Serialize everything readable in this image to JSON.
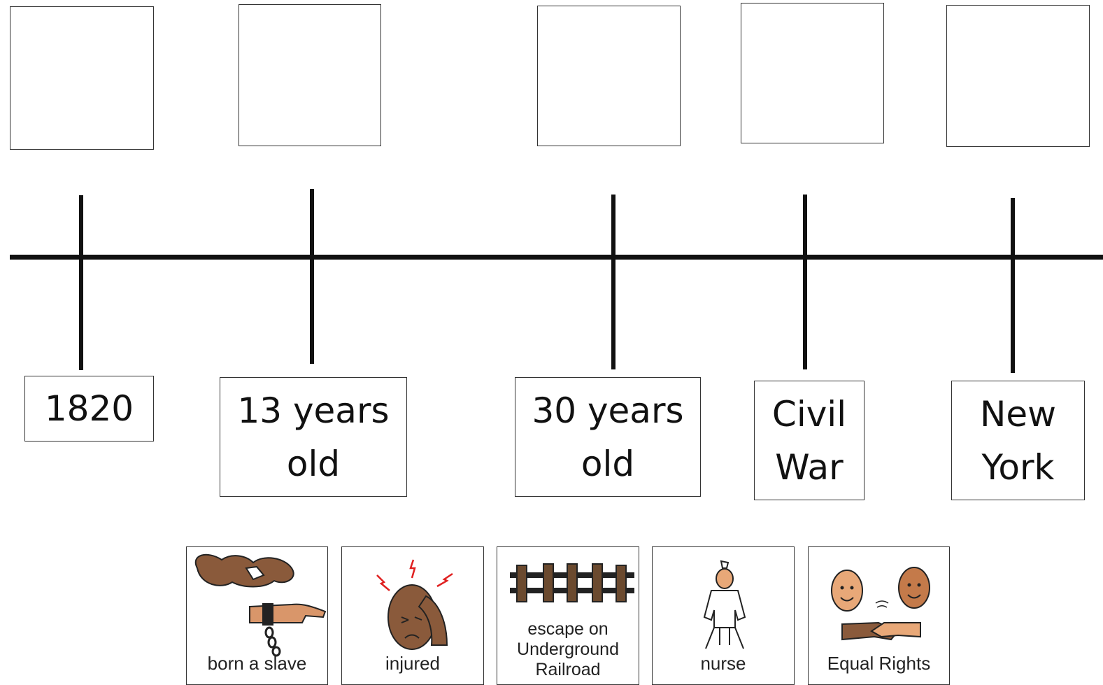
{
  "timeline": {
    "labels": [
      "1820",
      "13 years\nold",
      "30 years\nold",
      "Civil\nWar",
      "New\nYork"
    ]
  },
  "cards": [
    {
      "label": "born a slave",
      "icon": "shackled-hands-icon"
    },
    {
      "label": "injured",
      "icon": "injured-head-icon"
    },
    {
      "label": "escape on\nUnderground\nRailroad",
      "icon": "railroad-track-icon"
    },
    {
      "label": "nurse",
      "icon": "nurse-icon"
    },
    {
      "label": "Equal Rights",
      "icon": "handshake-icon"
    }
  ],
  "colors": {
    "line": "#111111",
    "skin": "#8a5a3b",
    "skin_light": "#e8a878",
    "pain": "#e02020"
  }
}
